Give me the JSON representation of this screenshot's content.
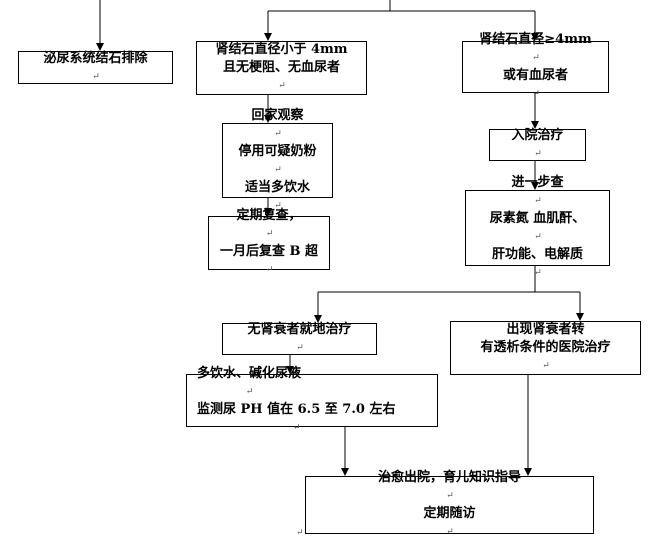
{
  "nodes": {
    "urinary": {
      "lines": [
        "泌尿系统结石排除"
      ]
    },
    "small": {
      "lines": [
        "肾结石直径小于 4mm",
        "且无梗阻、无血尿者"
      ]
    },
    "large": {
      "lines": [
        "肾结石直径≥4mm",
        "或有血尿者"
      ]
    },
    "home": {
      "lines": [
        "回家观察",
        "停用可疑奶粉",
        "适当多饮水"
      ]
    },
    "admit": {
      "lines": [
        "入院治疗"
      ]
    },
    "recheck": {
      "lines": [
        "定期复查，",
        "一月后复查 B 超"
      ]
    },
    "further": {
      "lines": [
        "进一步查",
        "尿素氮 血肌酐、",
        "肝功能、电解质"
      ]
    },
    "local": {
      "lines": [
        "无肾衰者就地治疗"
      ]
    },
    "transfer": {
      "lines": [
        "出现肾衰者转",
        "有透析条件的医院治疗"
      ]
    },
    "drink": {
      "lines": [
        "多饮水、碱化尿液",
        "监测尿 PH 值在 6.5 至 7.0 左右"
      ]
    },
    "discharge": {
      "lines": [
        "治愈出院，育儿知识指导",
        "定期随访"
      ]
    }
  },
  "para_mark": "↵"
}
